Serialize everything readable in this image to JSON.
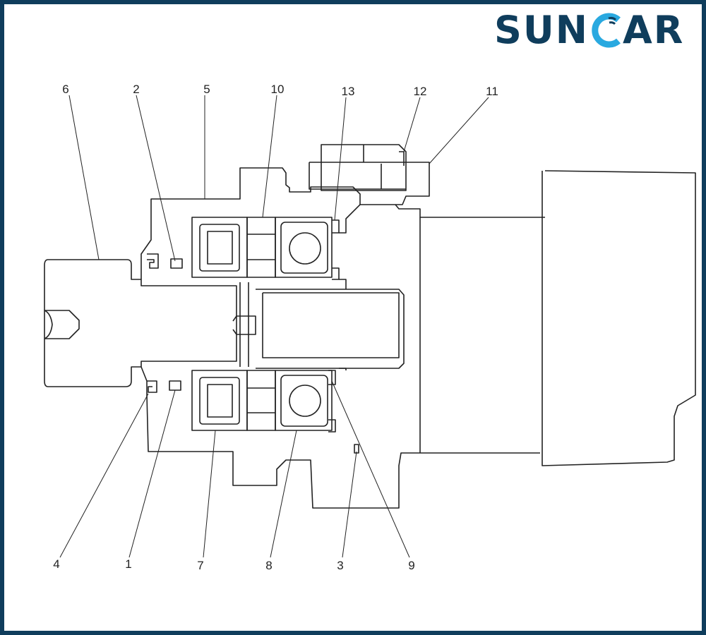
{
  "brand": {
    "text_left": "SUN",
    "text_right": "AR",
    "primary_color": "#0f3d5c",
    "accent_color": "#29a9e0",
    "icon": "wave-c-logo-icon"
  },
  "diagram": {
    "labels": {
      "l1": "1",
      "l2": "2",
      "l3": "3",
      "l4": "4",
      "l5": "5",
      "l6": "6",
      "l7": "7",
      "l8": "8",
      "l9": "9",
      "l10": "10",
      "l11": "11",
      "l12": "12",
      "l13": "13"
    }
  }
}
